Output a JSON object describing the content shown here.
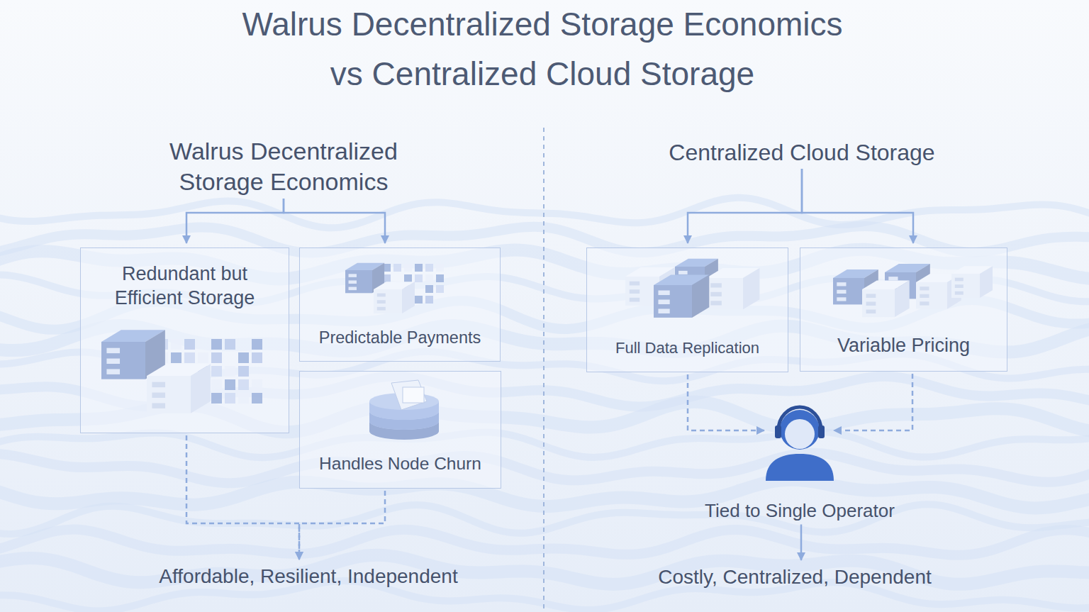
{
  "diagram": {
    "title": "Walrus Decentralized Storage Economics vs Centralized Cloud Storage",
    "nodes": [
      {
        "text": [
          "Walrus Decentralized Storage Economics"
        ]
      },
      {
        "text": [
          "Redundant but Efficient Storage"
        ]
      },
      {
        "text": [
          "Predictable Payments"
        ]
      },
      {
        "text": [
          "Handles Node Churn"
        ]
      },
      {
        "text": [
          "Affordable, Resilient, Independent"
        ]
      },
      {
        "text": [
          "Centralized Cloud Storage"
        ]
      },
      {
        "text": [
          "Full Data Replication"
        ]
      },
      {
        "text": [
          "Variable Pricing"
        ]
      },
      {
        "text": [
          "Tied to Single Operator"
        ]
      },
      {
        "text": [
          "Costly, Centralized, Dependent"
        ]
      }
    ],
    "edges": [
      {
        "from": 0,
        "to": 1,
        "arrow": "to"
      },
      {
        "from": 0,
        "to": 2,
        "arrow": "to"
      },
      {
        "from": 1,
        "to": 4,
        "arrow": "to"
      },
      {
        "from": 3,
        "to": 4,
        "arrow": "to"
      },
      {
        "from": 5,
        "to": 6,
        "arrow": "to"
      },
      {
        "from": 5,
        "to": 7,
        "arrow": "to"
      },
      {
        "from": 6,
        "to": 8,
        "arrow": "to"
      },
      {
        "from": 7,
        "to": 8,
        "arrow": "to"
      },
      {
        "from": 8,
        "to": 9,
        "arrow": "to"
      }
    ]
  }
}
